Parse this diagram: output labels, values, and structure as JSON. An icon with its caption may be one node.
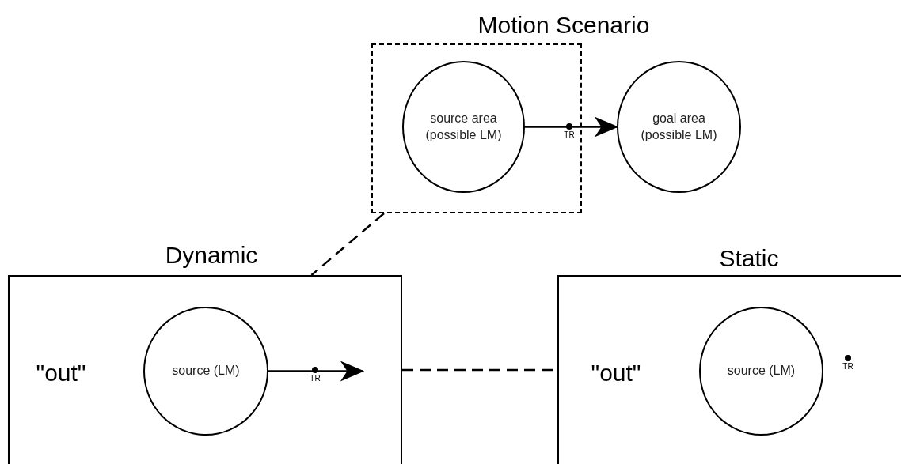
{
  "diagram": {
    "nodes": [
      {
        "text": [
          "Motion Scenario"
        ]
      },
      {
        "text": [
          "source area (possible LM)"
        ],
        "in": 0
      },
      {
        "text": [
          "goal area (possible LM)"
        ]
      },
      {
        "text": [
          "Dynamic",
          "\"out\""
        ]
      },
      {
        "text": [
          "source (LM)"
        ],
        "in": 3
      },
      {
        "text": [
          "Static",
          "\"out\""
        ]
      },
      {
        "text": [
          "source (LM)"
        ],
        "in": 5
      }
    ],
    "edges": [
      {
        "from": 1,
        "to": 2,
        "arrow": "to"
      },
      {
        "from": 0,
        "to": 3,
        "arrow": "none",
        "style": "dashed"
      },
      {
        "from": 4,
        "to": null,
        "arrow": "to"
      },
      {
        "from": 3,
        "to": 5,
        "arrow": "none",
        "style": "dashed"
      }
    ],
    "labels": [
      "TR",
      "TR",
      "TR"
    ]
  }
}
